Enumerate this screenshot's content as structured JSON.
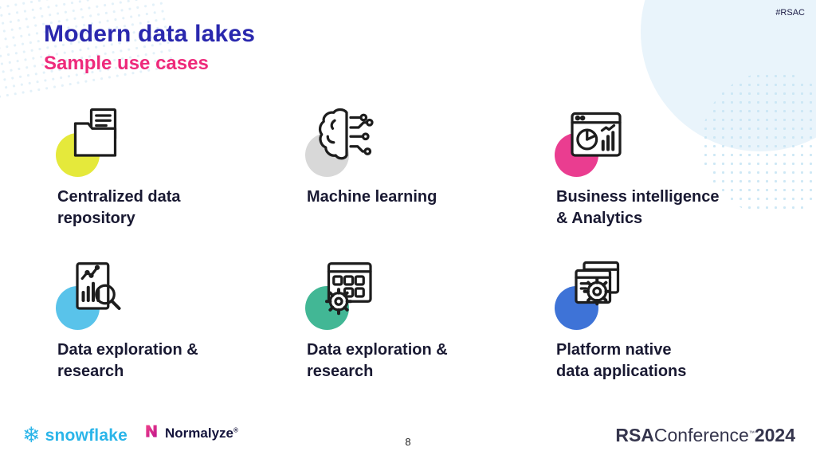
{
  "slide": {
    "hashtag": "#RSAC",
    "title": "Modern data lakes",
    "subtitle": "Sample use cases",
    "page_number": "8"
  },
  "colors": {
    "title": "#2a28ae",
    "subtitle": "#ee2a7b",
    "label": "#191932"
  },
  "cards": [
    {
      "label": "Centralized data repository",
      "lines": [
        "Centralized data",
        "repository"
      ],
      "icon": "folder-documents-icon",
      "accent": "#e5e93b"
    },
    {
      "label": "Machine learning",
      "lines": [
        "Machine learning",
        ""
      ],
      "icon": "brain-circuit-icon",
      "accent": "#d8d8d8"
    },
    {
      "label": "Business intelligence & Analytics",
      "lines": [
        "Business intelligence",
        "& Analytics"
      ],
      "icon": "analytics-dashboard-icon",
      "accent": "#ea3d90"
    },
    {
      "label": "Data exploration & research",
      "lines": [
        "Data exploration &",
        "research"
      ],
      "icon": "chart-magnifier-icon",
      "accent": "#59c3ea"
    },
    {
      "label": "Data exploration & research",
      "lines": [
        "Data exploration &",
        "research"
      ],
      "icon": "browser-gear-icon",
      "accent": "#42b795"
    },
    {
      "label": "Platform native data applications",
      "lines": [
        "Platform native",
        "data applications"
      ],
      "icon": "window-gear-icon",
      "accent": "#3e73d7"
    }
  ],
  "footer": {
    "snowflake": {
      "text": "snowflake",
      "color": "#2bb5e9"
    },
    "normalyze": {
      "text": "Normalyze",
      "reg": "®"
    },
    "rsa": {
      "bold": "RSA",
      "light": "Conference",
      "tm": "™",
      "year": "2024"
    }
  }
}
